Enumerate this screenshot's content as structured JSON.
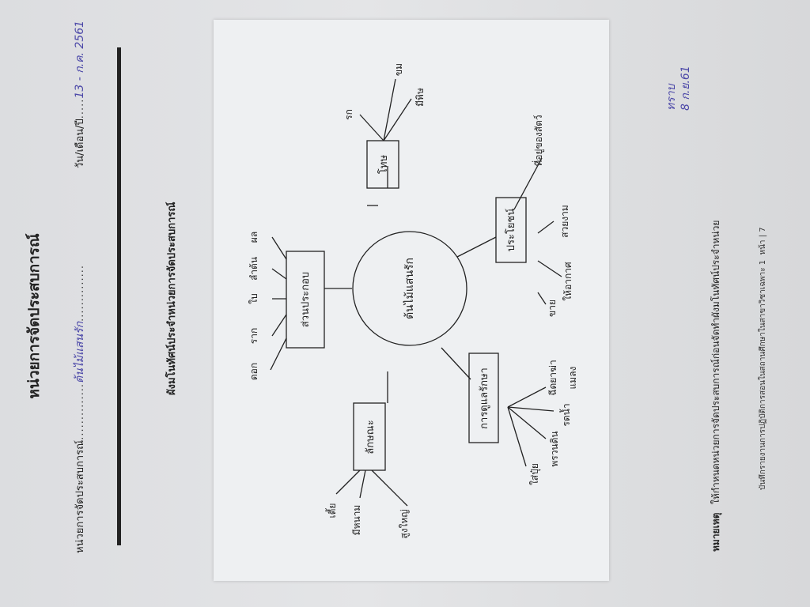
{
  "header": {
    "title": "หน่วยการจัดประสบการณ์",
    "unit_label": "หน่วยการจัดประสบการณ์",
    "unit_value": "ต้นไม้แสนรัก",
    "date_label": "วัน/เดือน/ปี",
    "date_value": "13 - ก.ค. 2561",
    "subtitle": "ผังมโนทัศน์ประจำหน่วยการจัดประสบการณ์"
  },
  "mindmap": {
    "center": "ต้นไม้แสนรัก",
    "branches": {
      "components": {
        "label": "ส่วนประกอบ",
        "leaves": [
          "ดอก",
          "ราก",
          "ใบ",
          "ลำต้น",
          "ผล"
        ]
      },
      "harm": {
        "label": "โทษ",
        "leaves": [
          "รก",
          "ขม",
          "มีพิษ"
        ]
      },
      "benefits": {
        "label": "ประโยชน์",
        "leaves": [
          "ที่อยู่ของสัตว์",
          "สวยงาม",
          "ให้อากาศ",
          "ขาย"
        ]
      },
      "care": {
        "label": "การดูแลรักษา",
        "leaves": [
          "ใส่ปุ๋ย",
          "พรวนดิน",
          "รดน้ำ",
          "ฉีดยาฆ่า",
          "แมลง"
        ]
      },
      "traits": {
        "label": "ลักษณะ",
        "leaves": [
          "เตี้ย",
          "มีหนาม",
          "สูงใหญ่"
        ]
      }
    }
  },
  "note": {
    "label": "หมายเหตุ",
    "text": "ให้กำหนดหน่วยการจัดประสบการณ์ก่อนจัดทำผังมโนทัศน์ประจำหน่วย"
  },
  "footer": {
    "text": "บันทึกรายงานการปฏิบัติการสอนในสถานศึกษาในสาขาวิชาเฉพาะ 1",
    "page": "หน้า | 7"
  },
  "approval": {
    "line1": "ทราบ",
    "line2": "8 ก.ย.61"
  },
  "colors": {
    "ink": "#222222",
    "handwriting": "#4b47a8",
    "paper": "#eef0f2"
  }
}
